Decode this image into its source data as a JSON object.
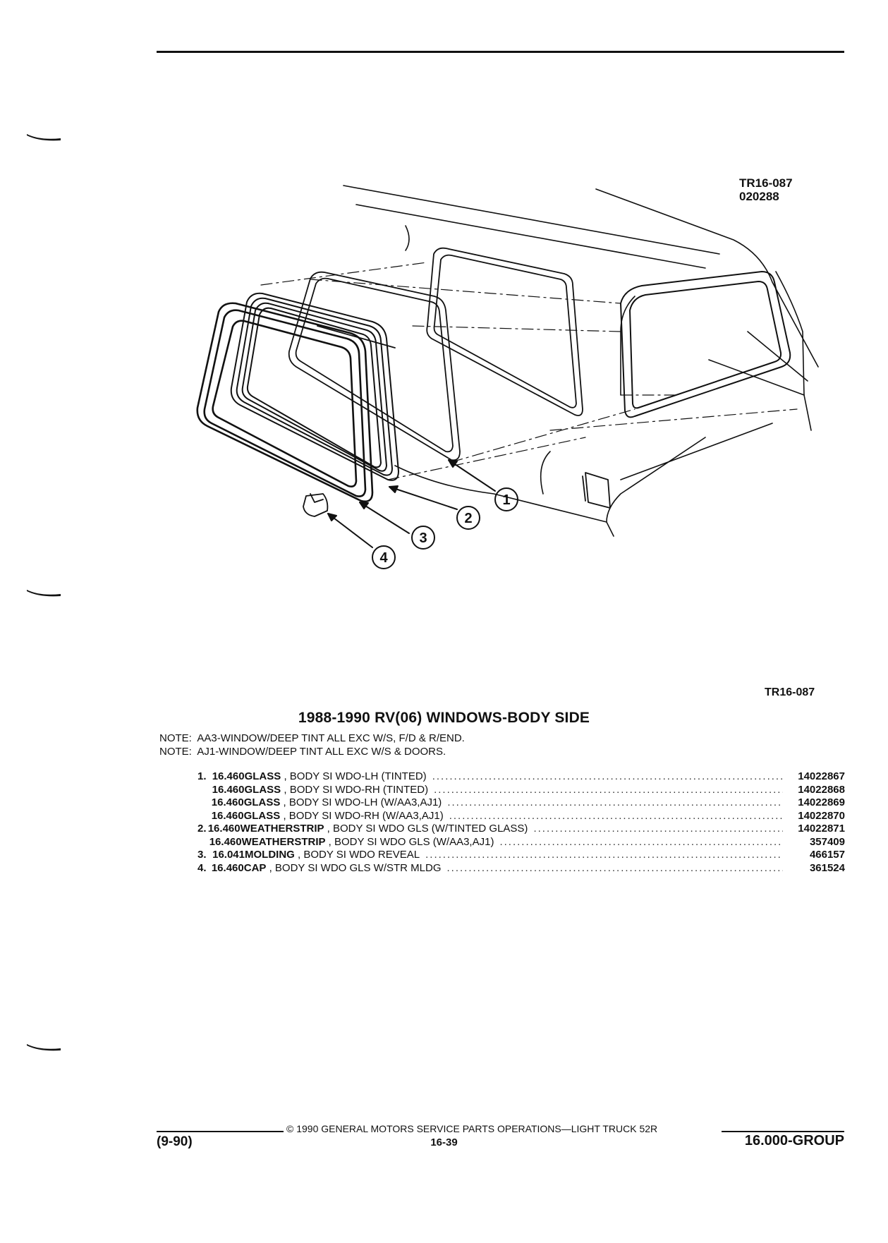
{
  "figure": {
    "code_top": "TR16-087",
    "date_code": "020288",
    "code_bottom": "TR16-087",
    "callouts": [
      "1",
      "2",
      "3",
      "4"
    ]
  },
  "title": "1988-1990 RV(06) WINDOWS-BODY SIDE",
  "notes": [
    "NOTE:  AA3-WINDOW/DEEP TINT ALL EXC W/S, F/D & R/END.",
    "NOTE:  AJ1-WINDOW/DEEP TINT ALL EXC W/S & DOORS."
  ],
  "parts": [
    {
      "num": "1.",
      "code": "16.460",
      "name": "GLASS",
      "desc": " , BODY SI WDO-LH (TINTED)",
      "part_no": "14022867"
    },
    {
      "num": "",
      "code": "16.460",
      "name": "GLASS",
      "desc": " , BODY SI WDO-RH (TINTED)",
      "part_no": "14022868"
    },
    {
      "num": "",
      "code": "16.460",
      "name": "GLASS",
      "desc": " , BODY SI WDO-LH (W/AA3,AJ1)",
      "part_no": "14022869"
    },
    {
      "num": "",
      "code": "16.460",
      "name": "GLASS",
      "desc": " , BODY SI WDO-RH (W/AA3,AJ1)",
      "part_no": "14022870"
    },
    {
      "num": "2.",
      "code": "16.460",
      "name": "WEATHERSTRIP",
      "desc": " , BODY SI WDO GLS (W/TINTED GLASS)",
      "part_no": "14022871"
    },
    {
      "num": "",
      "code": "16.460",
      "name": "WEATHERSTRIP",
      "desc": " , BODY SI WDO GLS (W/AA3,AJ1)",
      "part_no": "357409"
    },
    {
      "num": "3.",
      "code": "16.041",
      "name": "MOLDING",
      "desc": " , BODY SI WDO REVEAL",
      "part_no": "466157"
    },
    {
      "num": "4.",
      "code": "16.460",
      "name": "CAP",
      "desc": " , BODY SI WDO GLS W/STR MLDG",
      "part_no": "361524"
    }
  ],
  "footer": {
    "copyright": "©  1990  GENERAL MOTORS SERVICE PARTS OPERATIONS—LIGHT TRUCK 52R",
    "date": "(9-90)",
    "page": "16-39",
    "group": "16.000-GROUP"
  }
}
